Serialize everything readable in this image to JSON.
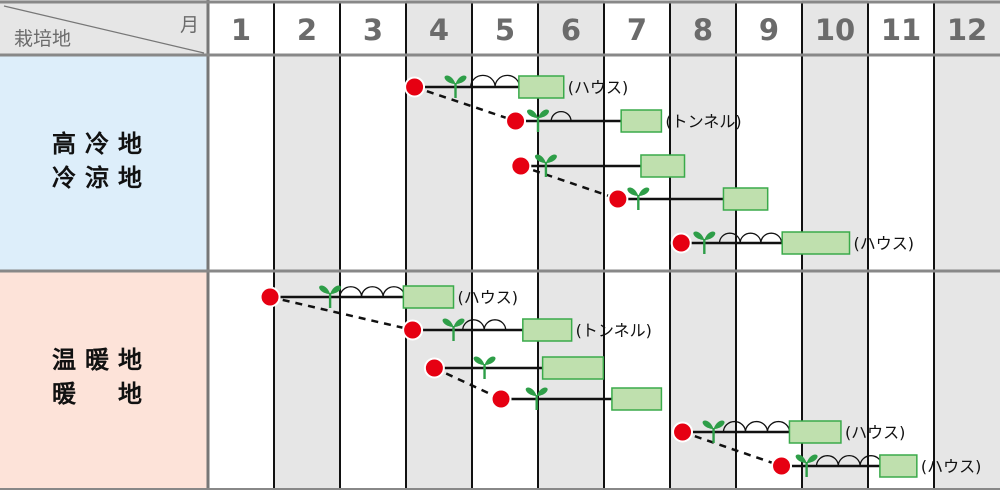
{
  "header": {
    "corner_top_label": "月",
    "corner_bottom_label": "栽培地",
    "months": [
      "1",
      "2",
      "3",
      "4",
      "5",
      "6",
      "7",
      "8",
      "9",
      "10",
      "11",
      "12"
    ]
  },
  "regions": [
    {
      "lines": [
        "高冷地",
        "冷涼地"
      ],
      "color": "#ddeefa"
    },
    {
      "lines": [
        "温暖地",
        "暖　地"
      ],
      "color": "#fde3d9"
    }
  ],
  "legend_colors": {
    "sowing": "#e60012",
    "planting": "#2e9e48",
    "harvest_fill": "#bfe0ae",
    "harvest_border": "#3aaa4a"
  },
  "chart_data": {
    "type": "gantt",
    "unit": "month (1.0 = start of Jan)",
    "rows": [
      {
        "region": 0,
        "sow": 4.13,
        "plant": 4.75,
        "cover": [
          4.98,
          5.72
        ],
        "harvest": [
          5.71,
          6.39
        ],
        "note": "(ハウス)",
        "dashed_to_next": true
      },
      {
        "region": 0,
        "sow": 5.66,
        "plant": 6.0,
        "cover": [
          6.2,
          6.5
        ],
        "harvest": [
          7.26,
          7.87
        ],
        "note": "(トンネル)",
        "dashed_to_next": false
      },
      {
        "region": 0,
        "sow": 5.74,
        "plant": 6.12,
        "cover": null,
        "harvest": [
          7.56,
          8.22
        ],
        "note": "",
        "dashed_to_next": true
      },
      {
        "region": 0,
        "sow": 7.21,
        "plant": 7.52,
        "cover": null,
        "harvest": [
          8.81,
          9.48
        ],
        "note": "",
        "dashed_to_next": false
      },
      {
        "region": 0,
        "sow": 8.17,
        "plant": 8.52,
        "cover": [
          8.75,
          9.69
        ],
        "harvest": [
          9.7,
          10.72
        ],
        "note": "(ハウス)",
        "dashed_to_next": false
      },
      {
        "region": 1,
        "sow": 1.94,
        "plant": 2.85,
        "cover": [
          3.0,
          3.98
        ],
        "harvest": [
          3.96,
          4.72
        ],
        "note": "(ハウス)",
        "dashed_to_next": true
      },
      {
        "region": 1,
        "sow": 4.1,
        "plant": 4.72,
        "cover": [
          4.86,
          5.51
        ],
        "harvest": [
          5.77,
          6.51
        ],
        "note": "(トンネル)",
        "dashed_to_next": false
      },
      {
        "region": 1,
        "sow": 4.43,
        "plant": 5.19,
        "cover": null,
        "harvest": [
          6.07,
          6.99
        ],
        "note": "",
        "dashed_to_next": true
      },
      {
        "region": 1,
        "sow": 5.44,
        "plant": 5.98,
        "cover": null,
        "harvest": [
          7.12,
          7.87
        ],
        "note": "",
        "dashed_to_next": false
      },
      {
        "region": 1,
        "sow": 8.19,
        "plant": 8.66,
        "cover": [
          8.81,
          9.81
        ],
        "harvest": [
          9.81,
          10.59
        ],
        "note": "(ハウス)",
        "dashed_to_next": true
      },
      {
        "region": 1,
        "sow": 9.69,
        "plant": 10.07,
        "cover": [
          10.22,
          11.21
        ],
        "harvest": [
          11.18,
          11.74
        ],
        "note": "(ハウス)",
        "dashed_to_next": false
      }
    ]
  }
}
